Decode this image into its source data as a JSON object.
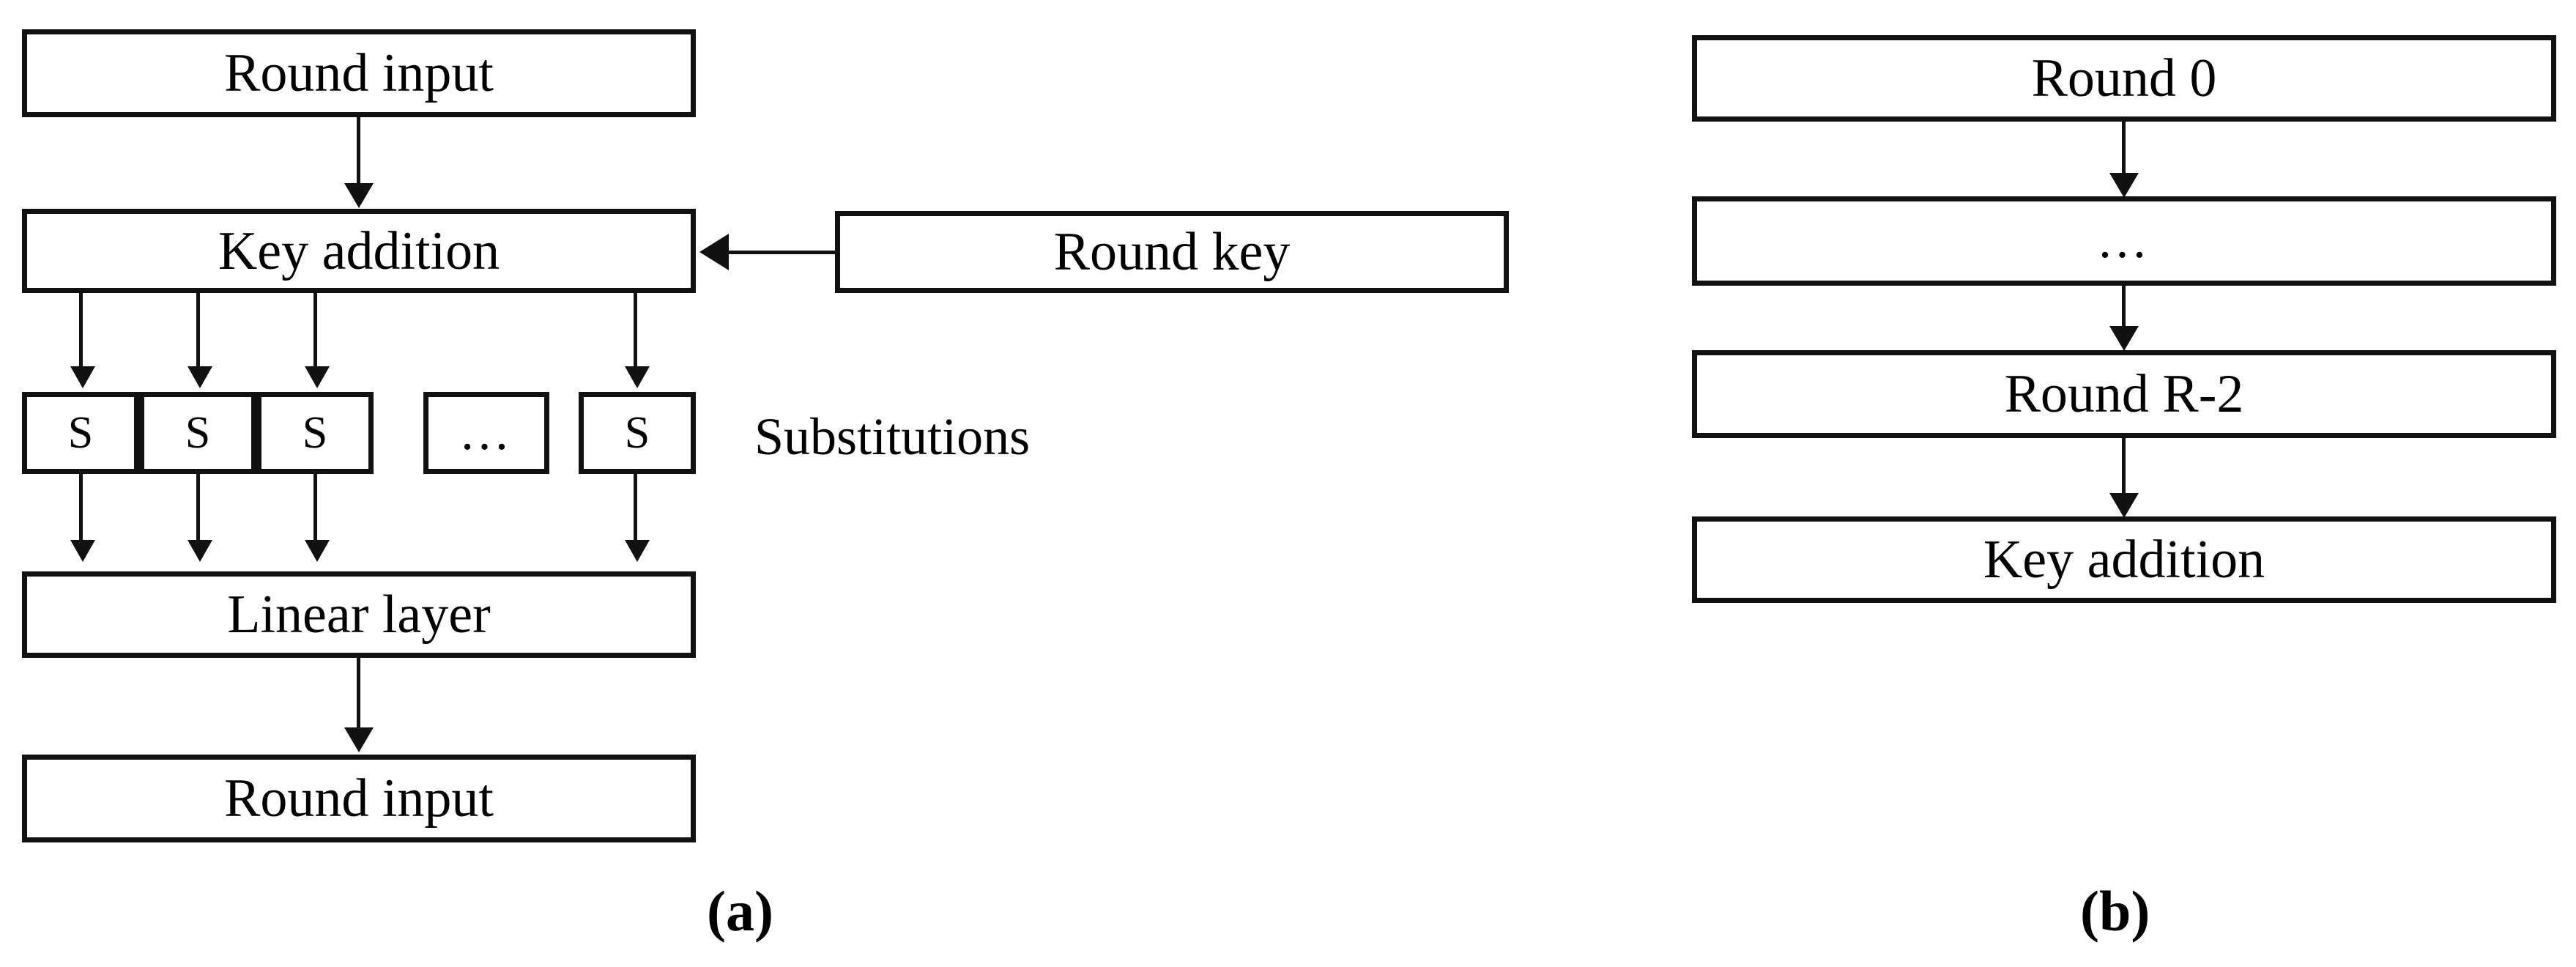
{
  "figure": {
    "type": "block-diagram",
    "description": "Substitution-permutation network round structure (a) and overall cipher structure (b)"
  },
  "panel_a": {
    "caption": "(a)",
    "round_input_top": "Round input",
    "key_addition": "Key addition",
    "round_key": "Round key",
    "sboxes": [
      "S",
      "S",
      "S",
      "S"
    ],
    "sbox_ellipsis": "…",
    "substitutions_label": "Substitutions",
    "linear_layer": "Linear layer",
    "round_input_bottom": "Round input"
  },
  "panel_b": {
    "caption": "(b)",
    "stages": [
      "Round 0",
      "…",
      "Round R-2",
      "Key addition"
    ]
  },
  "colors": {
    "stroke": "#111111",
    "background": "#ffffff",
    "text": "#000000"
  }
}
